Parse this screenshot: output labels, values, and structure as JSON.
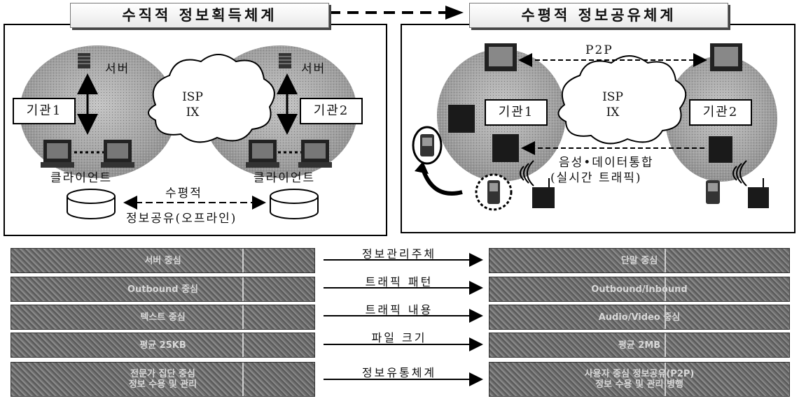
{
  "left_panel": {
    "title": "수직적 정보획득체계",
    "server1": "서버",
    "server2": "서버",
    "org1": "기관1",
    "org2": "기관2",
    "cloud_line1": "ISP",
    "cloud_line2": "IX",
    "client1": "클라이언트",
    "client2": "클라이언트",
    "sharing_line1": "수평적",
    "sharing_line2": "정보공유(오프라인)"
  },
  "right_panel": {
    "title": "수평적 정보공유체계",
    "p2p": "P2P",
    "org1": "기관1",
    "org2": "기관2",
    "cloud_line1": "ISP",
    "cloud_line2": "IX",
    "voice_line1": "음성•데이터통합",
    "voice_line2": "(실시간 트래픽)"
  },
  "comparison": {
    "labels": [
      "정보관리주체",
      "트래픽 패턴",
      "트래픽 내용",
      "파일 크기",
      "정보유통체계"
    ],
    "left_rows": [
      [
        "서버 중심"
      ],
      [
        "Outbound 중심"
      ],
      [
        "텍스트 중심"
      ],
      [
        "평균 25KB"
      ],
      [
        "전문가 집단 중심",
        "정보 수용 및 관리"
      ]
    ],
    "right_rows": [
      [
        "단말 중심"
      ],
      [
        "Outbound/Inbound"
      ],
      [
        "Audio/Video 중심"
      ],
      [
        "평균 2MB"
      ],
      [
        "사용자 중심 정보공유(P2P)",
        "정보 수용 및 관리 병행"
      ]
    ]
  },
  "colors": {
    "ground_gray": "#9a9a9a",
    "bar_gray": "#6e6e6e",
    "line": "#000000"
  }
}
